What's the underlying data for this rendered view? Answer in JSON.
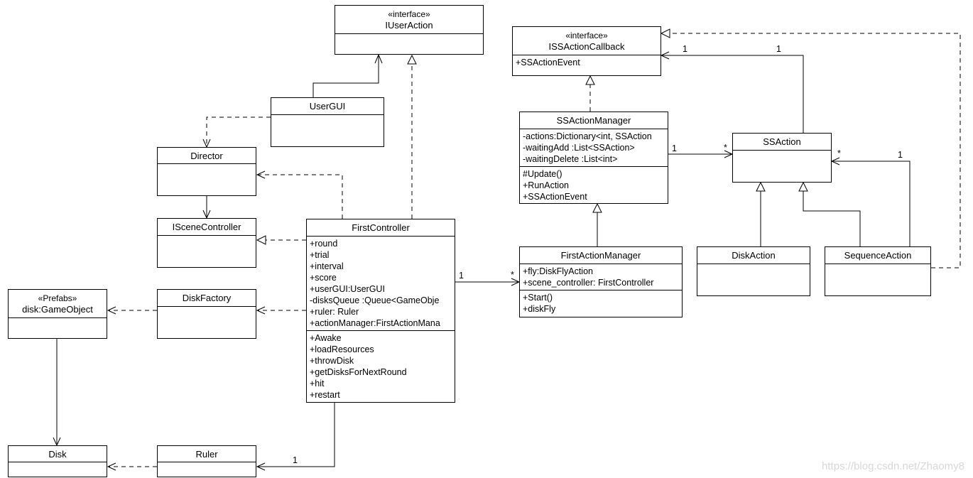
{
  "classes": {
    "iuseraction": {
      "stereotype": "«interface»",
      "name": "IUserAction"
    },
    "issactioncallback": {
      "stereotype": "«interface»",
      "name": "ISSActionCallback",
      "methods": [
        "+SSActionEvent"
      ]
    },
    "usergui": {
      "name": "UserGUI"
    },
    "director": {
      "name": "Director"
    },
    "iscenecontroller": {
      "name": "ISceneController"
    },
    "prefabs": {
      "stereotype": "«Prefabs»",
      "name": "disk:GameObject"
    },
    "diskfactory": {
      "name": "DiskFactory"
    },
    "disk": {
      "name": "Disk"
    },
    "ruler": {
      "name": "Ruler"
    },
    "firstcontroller": {
      "name": "FirstController",
      "attributes": [
        "+round",
        "+trial",
        "+interval",
        "+score",
        "+userGUI:UserGUI",
        "-disksQueue :Queue<GameObje",
        "+ruler: Ruler",
        "+actionManager:FirstActionMana"
      ],
      "methods": [
        "+Awake",
        "+loadResources",
        "+throwDisk",
        "+getDisksForNextRound",
        "+hit",
        "+restart"
      ]
    },
    "ssactionmanager": {
      "name": "SSActionManager",
      "attributes": [
        "-actions:Dictionary<int, SSAction",
        "-waitingAdd :List<SSAction>",
        "-waitingDelete :List<int>"
      ],
      "methods": [
        "#Update()",
        "+RunAction",
        "+SSActionEvent"
      ]
    },
    "ssaction": {
      "name": "SSAction"
    },
    "firstactionmanager": {
      "name": "FirstActionManager",
      "attributes": [
        "+fly:DiskFlyAction",
        "+scene_controller: FirstController"
      ],
      "methods": [
        "+Start()",
        "+diskFly"
      ]
    },
    "diskaction": {
      "name": "DiskAction"
    },
    "sequenceaction": {
      "name": "SequenceAction"
    }
  },
  "multiplicities": {
    "callback_left": "1",
    "callback_right": "1",
    "sam_to_ssaction_source": "1",
    "sam_to_ssaction_target": "*",
    "seq_to_ssaction_source": "1",
    "seq_to_ssaction_target": "*",
    "fc_to_fam_source": "1",
    "fc_to_fam_target": "*",
    "fc_to_ruler": "1"
  },
  "watermark": "https://blog.csdn.net/Zhaomy8",
  "colors": {
    "line": "#000000",
    "background": "#ffffff",
    "watermark": "#d8d8d8"
  }
}
